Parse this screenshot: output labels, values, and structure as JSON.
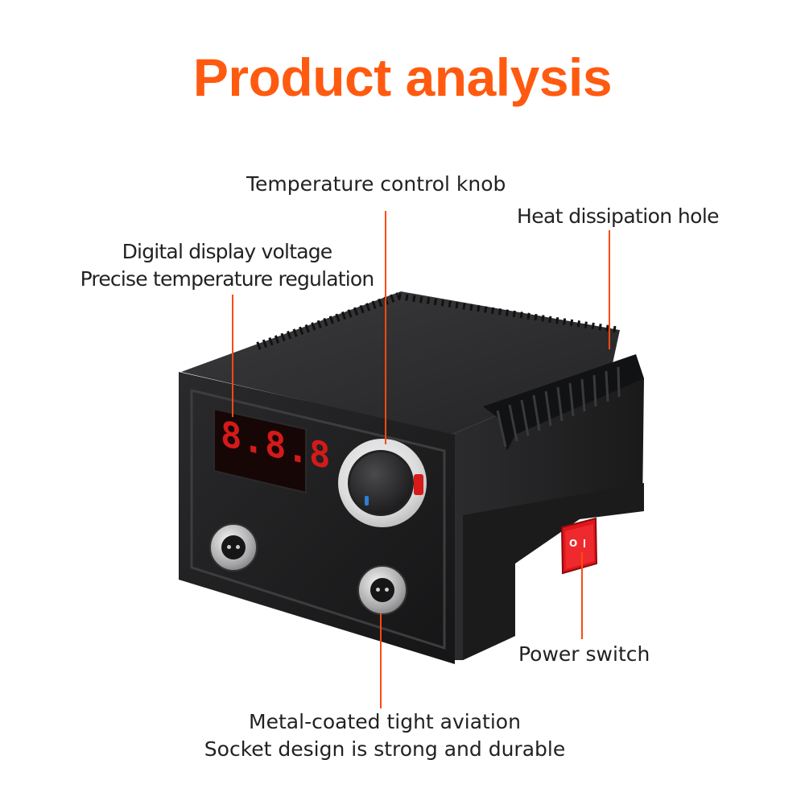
{
  "title": "Product analysis",
  "labels": {
    "temperature_knob": "Temperature control knob",
    "heat_hole": "Heat dissipation hole",
    "display_line1": "Digital display voltage",
    "display_line2": "Precise temperature regulation",
    "power_switch": "Power switch",
    "socket_line1": "Metal-coated tight aviation",
    "socket_line2": "Socket design is strong and durable"
  },
  "display": {
    "digits": "8.8.8"
  },
  "switch": {
    "symbol": "O"
  },
  "colors": {
    "accent": "#ff5a10",
    "leader_line": "#ff4a10",
    "body": "#1e1e20",
    "display": "#d41a1a",
    "switch": "#e0161b"
  }
}
